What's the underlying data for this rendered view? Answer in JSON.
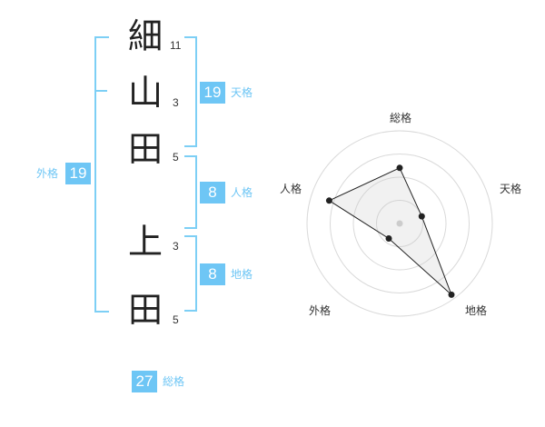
{
  "name": {
    "chars": [
      {
        "char": "細",
        "strokes": "11"
      },
      {
        "char": "山",
        "strokes": "3"
      },
      {
        "char": "田",
        "strokes": "5"
      },
      {
        "char": "上",
        "strokes": "3"
      },
      {
        "char": "田",
        "strokes": "5"
      }
    ]
  },
  "fortunes": {
    "ten": {
      "label": "天格",
      "value": "19"
    },
    "jin": {
      "label": "人格",
      "value": "8"
    },
    "chi": {
      "label": "地格",
      "value": "8"
    },
    "gai": {
      "label": "外格",
      "value": "19"
    },
    "sou": {
      "label": "総格",
      "value": "27"
    }
  },
  "colors": {
    "accent": "#6ec6f5",
    "bracket": "#7dcff5"
  },
  "chart_data": {
    "type": "radar",
    "axes": [
      "総格",
      "天格",
      "地格",
      "外格",
      "人格"
    ],
    "values": [
      0.6,
      0.25,
      0.95,
      0.2,
      0.8
    ],
    "max": 1,
    "rings": 4
  }
}
